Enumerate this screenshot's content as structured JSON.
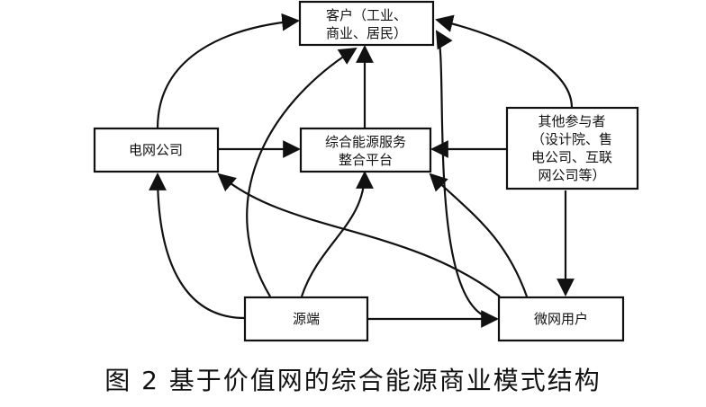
{
  "nodes": {
    "customer": [
      "客户（工业、",
      "商业、居民）"
    ],
    "grid_company": [
      "电网公司"
    ],
    "platform": [
      "综合能源服务",
      "整合平台"
    ],
    "other_participants": [
      "其他参与者",
      "（设计院、售",
      "电公司、互联",
      "网公司等）"
    ],
    "source": [
      "源端"
    ],
    "microgrid_user": [
      "微网用户"
    ]
  },
  "caption": "图 2 基于价值网的综合能源商业模式结构",
  "colors": {
    "line": "#111111",
    "box_fill": "#ffffff"
  }
}
